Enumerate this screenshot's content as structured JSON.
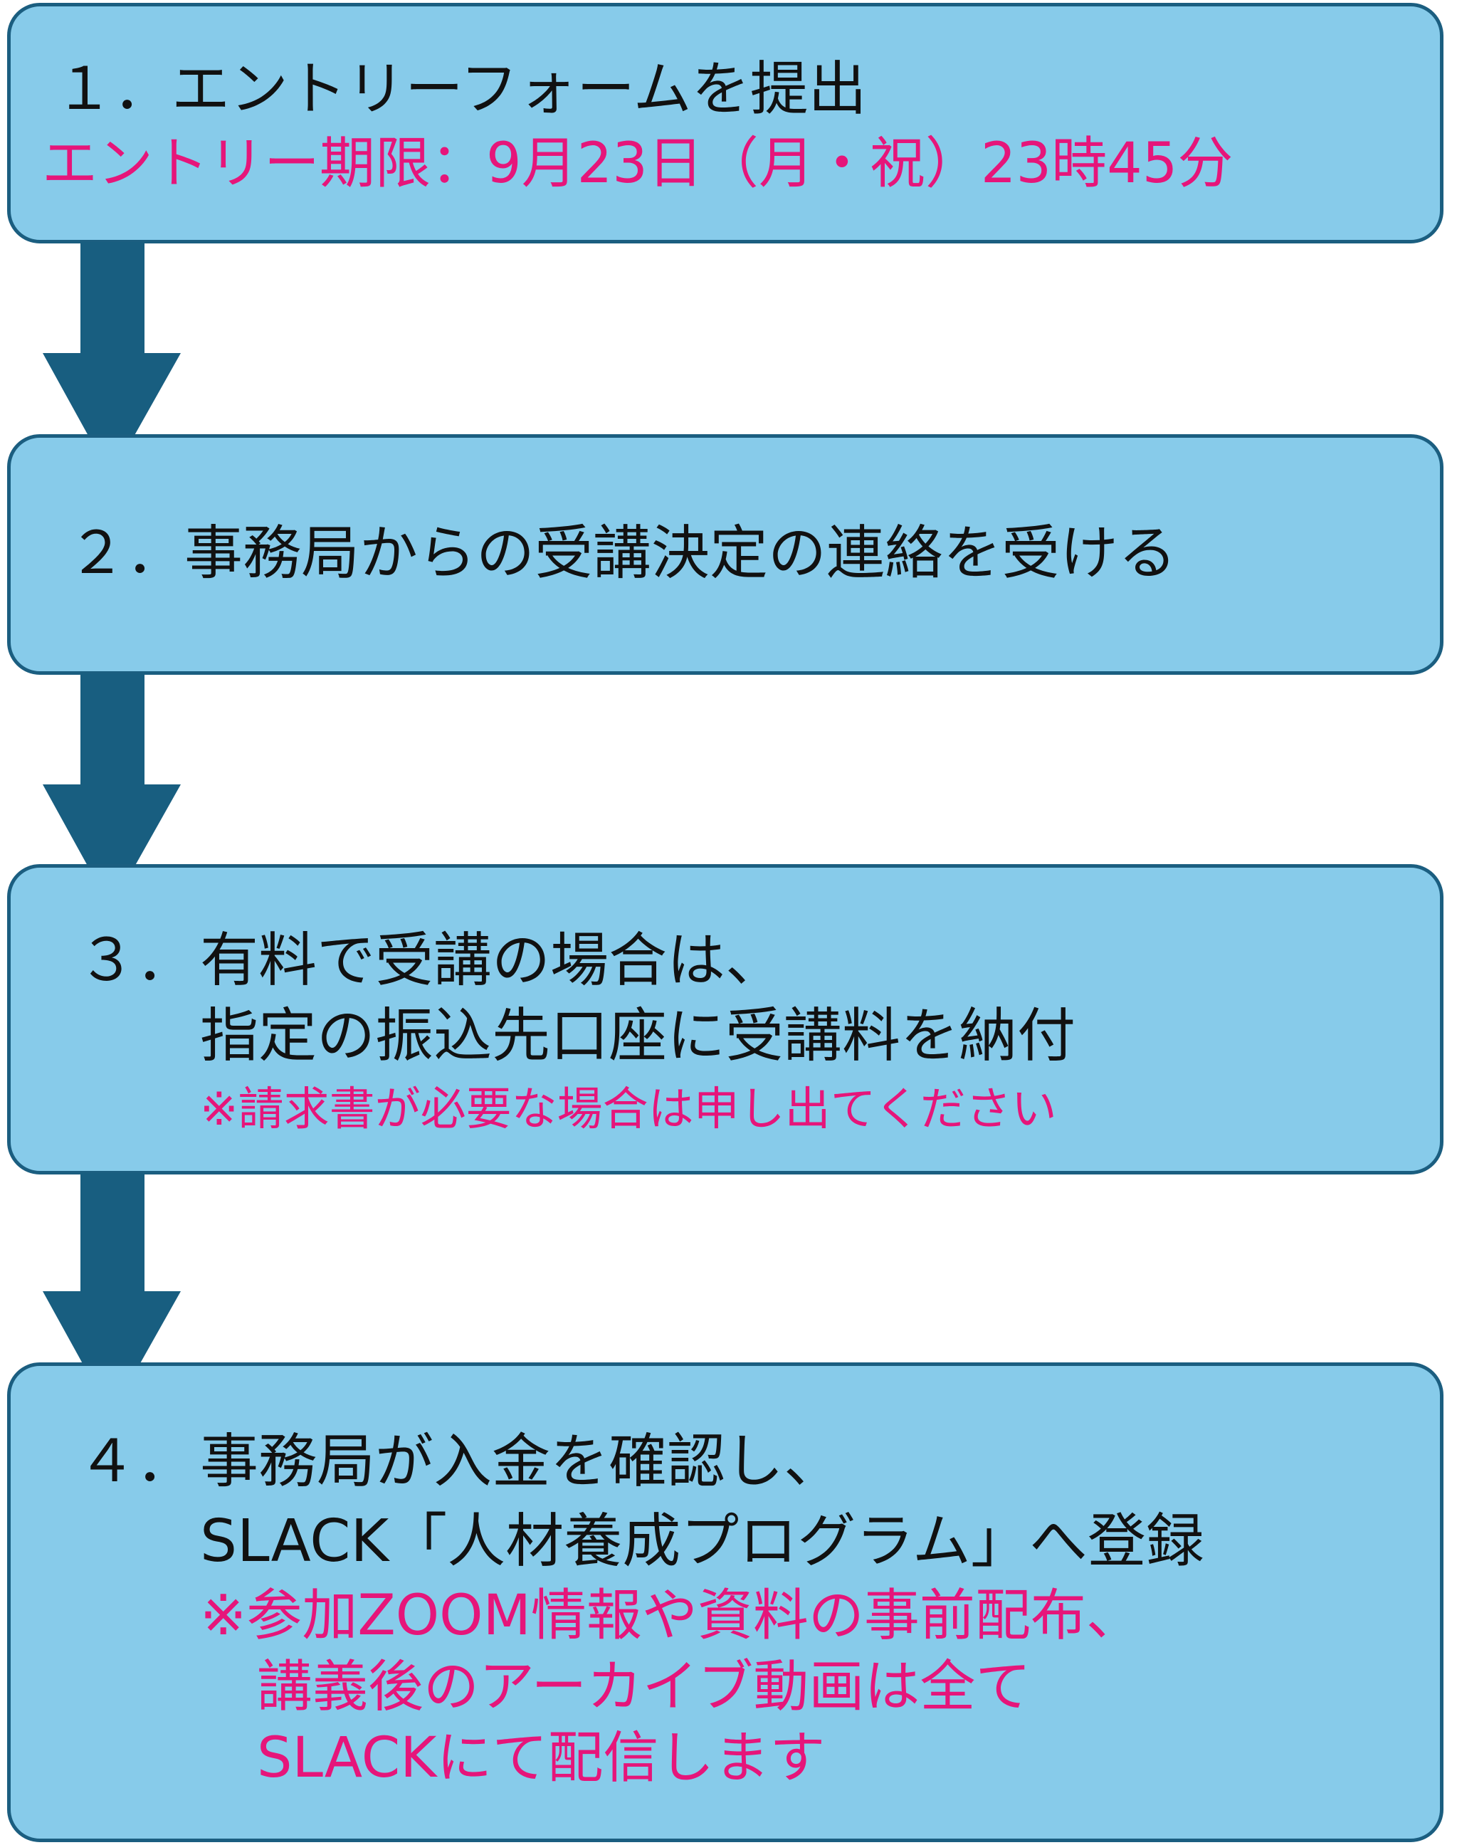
{
  "colors": {
    "box_fill": "#87CBEA",
    "box_border": "#1B5E80",
    "arrow": "#185E80",
    "main_text": "#111111",
    "accent_text": "#E6157A"
  },
  "steps": [
    {
      "lines": [
        "１．エントリーフォームを提出",
        "エントリー期限：9月23日（月・祝）23時45分"
      ]
    },
    {
      "lines": [
        "２．事務局からの受講決定の連絡を受ける"
      ]
    },
    {
      "number": "３．",
      "lines": [
        "有料で受講の場合は、",
        "指定の振込先口座に受講料を納付",
        "※請求書が必要な場合は申し出てください"
      ]
    },
    {
      "number": "４．",
      "lines": [
        "事務局が入金を確認し、",
        "SLACK「人材養成プログラム」へ登録",
        "※参加ZOOM情報や資料の事前配布、",
        "講義後のアーカイブ動画は全て",
        "SLACKにて配信します"
      ]
    }
  ],
  "arrows": [
    {
      "icon": "down-arrow-icon"
    },
    {
      "icon": "down-arrow-icon"
    },
    {
      "icon": "down-arrow-icon"
    }
  ]
}
